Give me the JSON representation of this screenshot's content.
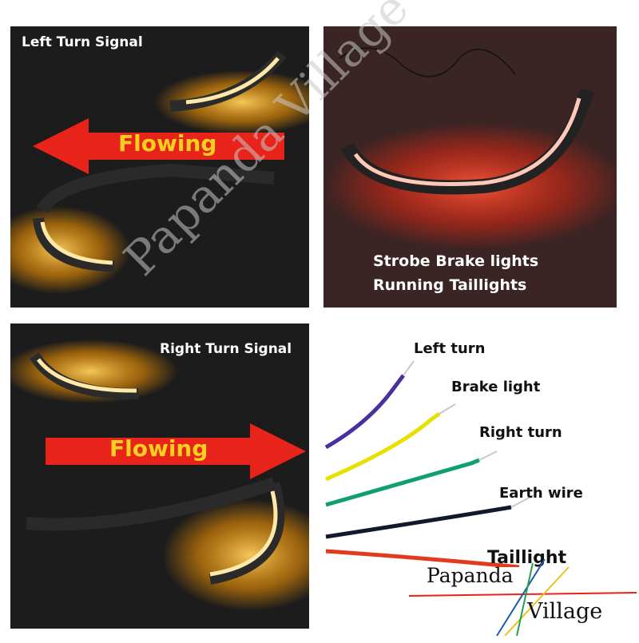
{
  "panels": {
    "top_left": {
      "label": "Left Turn Signal",
      "arrow_text": "Flowing"
    },
    "top_right": {
      "label_1": "Strobe Brake lights",
      "label_2": "Running Taillights"
    },
    "bottom_left": {
      "label": "Right Turn Signal",
      "arrow_text": "Flowing"
    },
    "bottom_right": {
      "wires": [
        {
          "label": "Left turn",
          "color": "#4a2fa0"
        },
        {
          "label": "Brake light",
          "color": "#e8e000"
        },
        {
          "label": "Right turn",
          "color": "#0fa070"
        },
        {
          "label": "Earth wire",
          "color": "#111a2a"
        },
        {
          "label": "Taillight",
          "color": "#e23a1c"
        }
      ]
    }
  },
  "watermark": "Papanda Village",
  "logo": {
    "line1": "Papanda",
    "line2": "Village"
  },
  "colors": {
    "amber": "#ffb000",
    "red_glow": "#ff2a10",
    "arrow_red": "#e8231a",
    "arrow_text": "#f5d020"
  }
}
